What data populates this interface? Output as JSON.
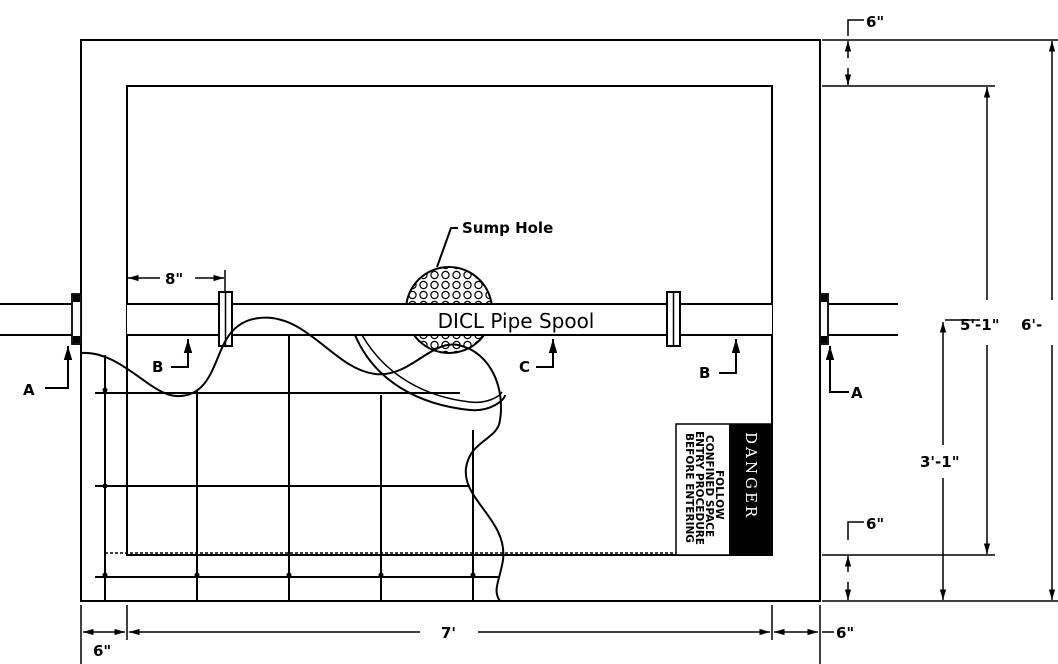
{
  "labels": {
    "sump_hole": "Sump Hole",
    "pipe_spool": "DICL Pipe Spool",
    "section_a_left": "A",
    "section_a_right": "A",
    "section_b_left": "B",
    "section_b_right": "B",
    "section_c": "C"
  },
  "dimensions": {
    "top_wall": "6\"",
    "bottom_wall_right": "6\"",
    "inner_height": "5'-1\"",
    "outer_height": "6'-",
    "pipe_height": "3'-1\"",
    "inner_length": "7'",
    "left_wall": "6\"",
    "right_wall": "6\"",
    "flange_offset": "8\""
  },
  "danger_sign": {
    "header": "DANGER",
    "lines": [
      "FOLLOW",
      "CONFINED SPACE",
      "ENTRY PROCEDURE",
      "BEFORE ENTERING"
    ]
  },
  "colors": {
    "line": "#000000",
    "background": "#ffffff",
    "sign_header": "#000000"
  }
}
